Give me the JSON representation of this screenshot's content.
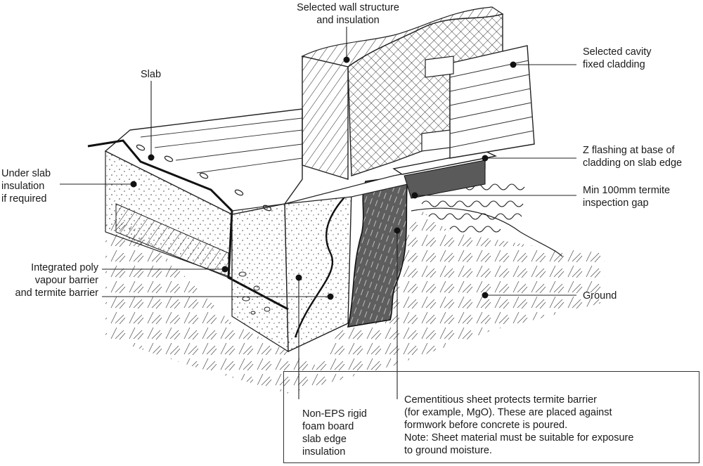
{
  "labels": {
    "wall": [
      "Selected wall structure",
      "and insulation"
    ],
    "slab": [
      "Slab"
    ],
    "cladding": [
      "Selected cavity",
      "fixed cladding"
    ],
    "under_slab": [
      "Under slab",
      "insulation",
      "if required"
    ],
    "z_flashing": [
      "Z flashing at base of",
      "cladding on slab edge"
    ],
    "inspection_gap": [
      "Min 100mm termite",
      "inspection gap"
    ],
    "vapour_barrier": [
      "Integrated poly",
      "vapour barrier",
      "and termite barrier"
    ],
    "ground": [
      "Ground"
    ],
    "edge_insulation": [
      "Non-EPS rigid",
      "foam board",
      "slab edge",
      "insulation"
    ],
    "cementitious": [
      "Cementitious sheet protects termite barrier",
      "(for example, MgO). These are placed against",
      "formwork before concrete is poured.",
      "Note: Sheet material must be suitable for exposure",
      "to ground moisture."
    ]
  },
  "colors": {
    "ink": "#1a1a1a",
    "sheet_fill": "#6f6f6f",
    "gap_fill": "#5a5a5a",
    "paper": "#ffffff"
  }
}
